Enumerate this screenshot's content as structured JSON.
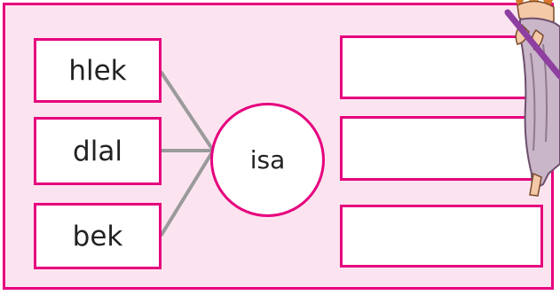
{
  "exercise": {
    "words": [
      {
        "label": "hlek"
      },
      {
        "label": "dlal"
      },
      {
        "label": "bek"
      }
    ],
    "center": {
      "label": "isa"
    },
    "answer_boxes": [
      {
        "value": ""
      },
      {
        "value": ""
      },
      {
        "value": ""
      }
    ]
  },
  "colors": {
    "accent": "#e6007e",
    "panel_background": "#fbe4ef",
    "connector": "#9a9a9a"
  },
  "illustration": {
    "icon": "girl-with-stick-illustration"
  }
}
